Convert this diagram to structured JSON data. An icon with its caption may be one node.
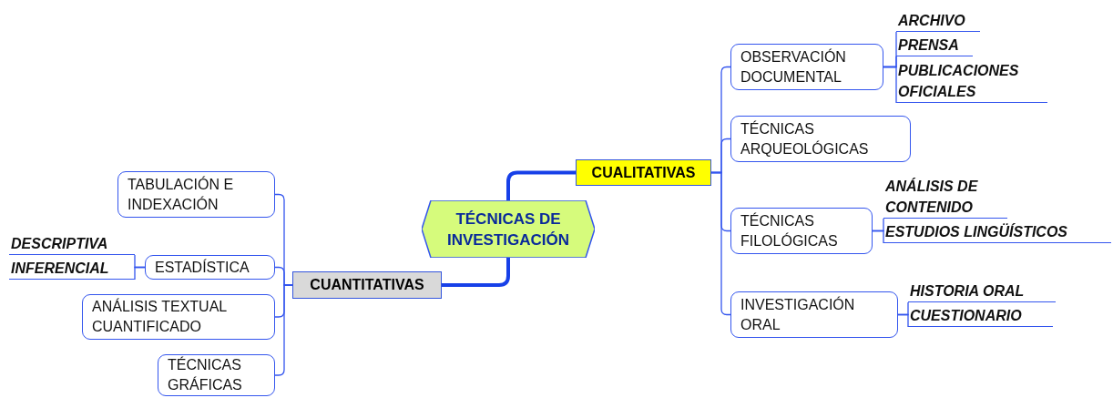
{
  "diagram": {
    "nodes": [
      {
        "text": [
          "TÉCNICAS DE INVESTIGACIÓN"
        ]
      },
      {
        "text": [
          "CUALITATIVAS"
        ]
      },
      {
        "text": [
          "OBSERVACIÓN DOCUMENTAL"
        ]
      },
      {
        "text": [
          "ARCHIVO"
        ]
      },
      {
        "text": [
          "PRENSA"
        ]
      },
      {
        "text": [
          "PUBLICACIONES OFICIALES"
        ]
      },
      {
        "text": [
          "TÉCNICAS ARQUEOLÓGICAS"
        ]
      },
      {
        "text": [
          "TÉCNICAS FILOLÓGICAS"
        ]
      },
      {
        "text": [
          "ANÁLISIS DE CONTENIDO"
        ]
      },
      {
        "text": [
          "ESTUDIOS LINGÜÍSTICOS"
        ]
      },
      {
        "text": [
          "INVESTIGACIÓN ORAL"
        ]
      },
      {
        "text": [
          "HISTORIA ORAL"
        ]
      },
      {
        "text": [
          "CUESTIONARIO"
        ]
      },
      {
        "text": [
          "CUANTITATIVAS"
        ]
      },
      {
        "text": [
          "TABULACIÓN E INDEXACIÓN"
        ]
      },
      {
        "text": [
          "ESTADÍSTICA"
        ]
      },
      {
        "text": [
          "DESCRIPTIVA"
        ]
      },
      {
        "text": [
          "INFERENCIAL"
        ]
      },
      {
        "text": [
          "ANÁLISIS TEXTUAL CUANTIFICADO"
        ]
      },
      {
        "text": [
          "TÉCNICAS GRÁFICAS"
        ]
      }
    ],
    "edges": [
      {
        "from": 0,
        "to": 1,
        "arrow": "none",
        "style": "thick"
      },
      {
        "from": 0,
        "to": 13,
        "arrow": "none",
        "style": "thick"
      },
      {
        "from": 1,
        "to": 2,
        "arrow": "none"
      },
      {
        "from": 1,
        "to": 6,
        "arrow": "none"
      },
      {
        "from": 1,
        "to": 7,
        "arrow": "none"
      },
      {
        "from": 1,
        "to": 10,
        "arrow": "none"
      },
      {
        "from": 2,
        "to": 3,
        "arrow": "none"
      },
      {
        "from": 2,
        "to": 4,
        "arrow": "none"
      },
      {
        "from": 2,
        "to": 5,
        "arrow": "none"
      },
      {
        "from": 7,
        "to": 8,
        "arrow": "none"
      },
      {
        "from": 7,
        "to": 9,
        "arrow": "none"
      },
      {
        "from": 10,
        "to": 11,
        "arrow": "none"
      },
      {
        "from": 10,
        "to": 12,
        "arrow": "none"
      },
      {
        "from": 13,
        "to": 14,
        "arrow": "none"
      },
      {
        "from": 13,
        "to": 15,
        "arrow": "none"
      },
      {
        "from": 13,
        "to": 18,
        "arrow": "none"
      },
      {
        "from": 13,
        "to": 19,
        "arrow": "none"
      },
      {
        "from": 15,
        "to": 16,
        "arrow": "none"
      },
      {
        "from": 15,
        "to": 17,
        "arrow": "none"
      }
    ]
  }
}
